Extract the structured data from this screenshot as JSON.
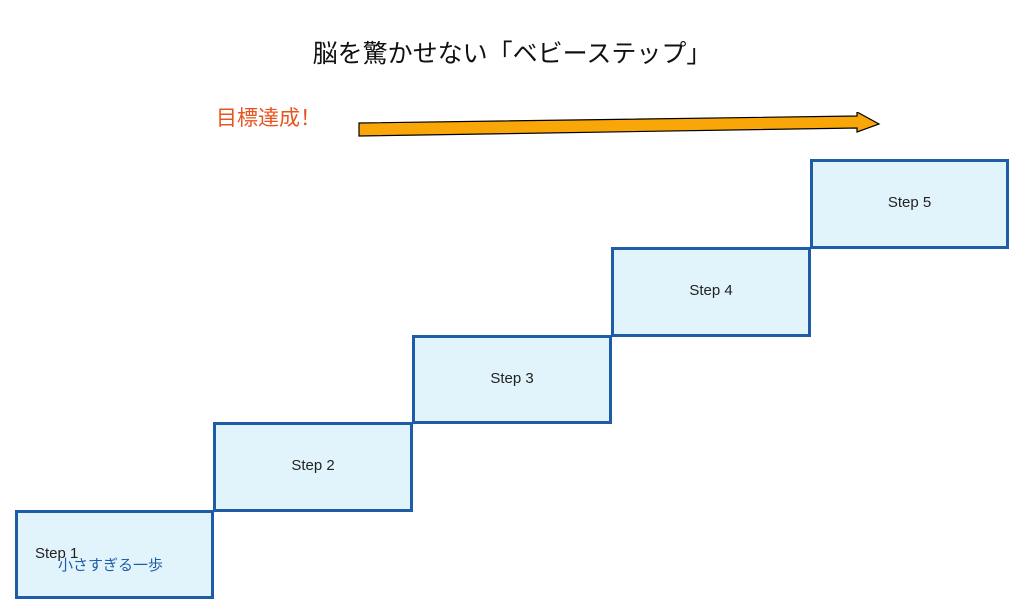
{
  "title": "脳を驚かせない「ベビーステップ」",
  "goal_label": "目標達成！",
  "colors": {
    "goal_text": "#e8541f",
    "arrow_fill": "#f9a608",
    "step_fill": "#e2f4fb",
    "step_border": "#1f5ca8"
  },
  "steps": [
    {
      "label": "Step 1"
    },
    {
      "label": "Step 2"
    },
    {
      "label": "Step 3"
    },
    {
      "label": "Step 4"
    },
    {
      "label": "Step 5"
    }
  ],
  "small_step_label": "小さすぎる一歩"
}
